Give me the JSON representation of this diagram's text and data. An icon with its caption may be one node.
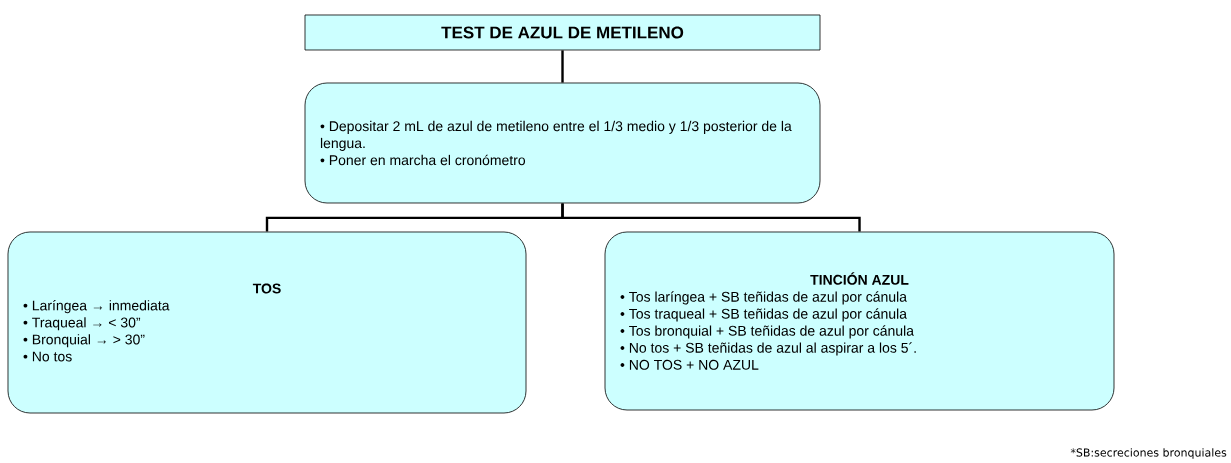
{
  "diagram": {
    "nodes": [
      {
        "text": [
          "TEST DE AZUL DE METILENO"
        ]
      },
      {
        "text": [
          "• Depositar 2 mL de azul de metileno entre el 1/3 medio y 1/3 posterior de la lengua.",
          "• Poner en marcha el cronómetro"
        ]
      },
      {
        "text": [
          "TOS",
          "• Laríngea → inmediata",
          "• Traqueal → < 30”",
          "• Bronquial → > 30”",
          "• No tos"
        ]
      },
      {
        "text": [
          "TINCIÓN AZUL",
          "• Tos laríngea + SB teñidas de azul por cánula",
          "• Tos traqueal + SB teñidas de azul por cánula",
          "• Tos bronquial + SB teñidas de azul por cánula",
          "• No tos + SB teñidas de azul al aspirar a los 5´.",
          "• NO TOS + NO AZUL"
        ]
      }
    ],
    "edges": [
      {
        "from": 0,
        "to": 1,
        "arrow": "none"
      },
      {
        "from": 1,
        "to": 2,
        "arrow": "none"
      },
      {
        "from": 1,
        "to": 3,
        "arrow": "none"
      }
    ],
    "labels": [
      "*SB:secreciones bronquiales"
    ]
  }
}
